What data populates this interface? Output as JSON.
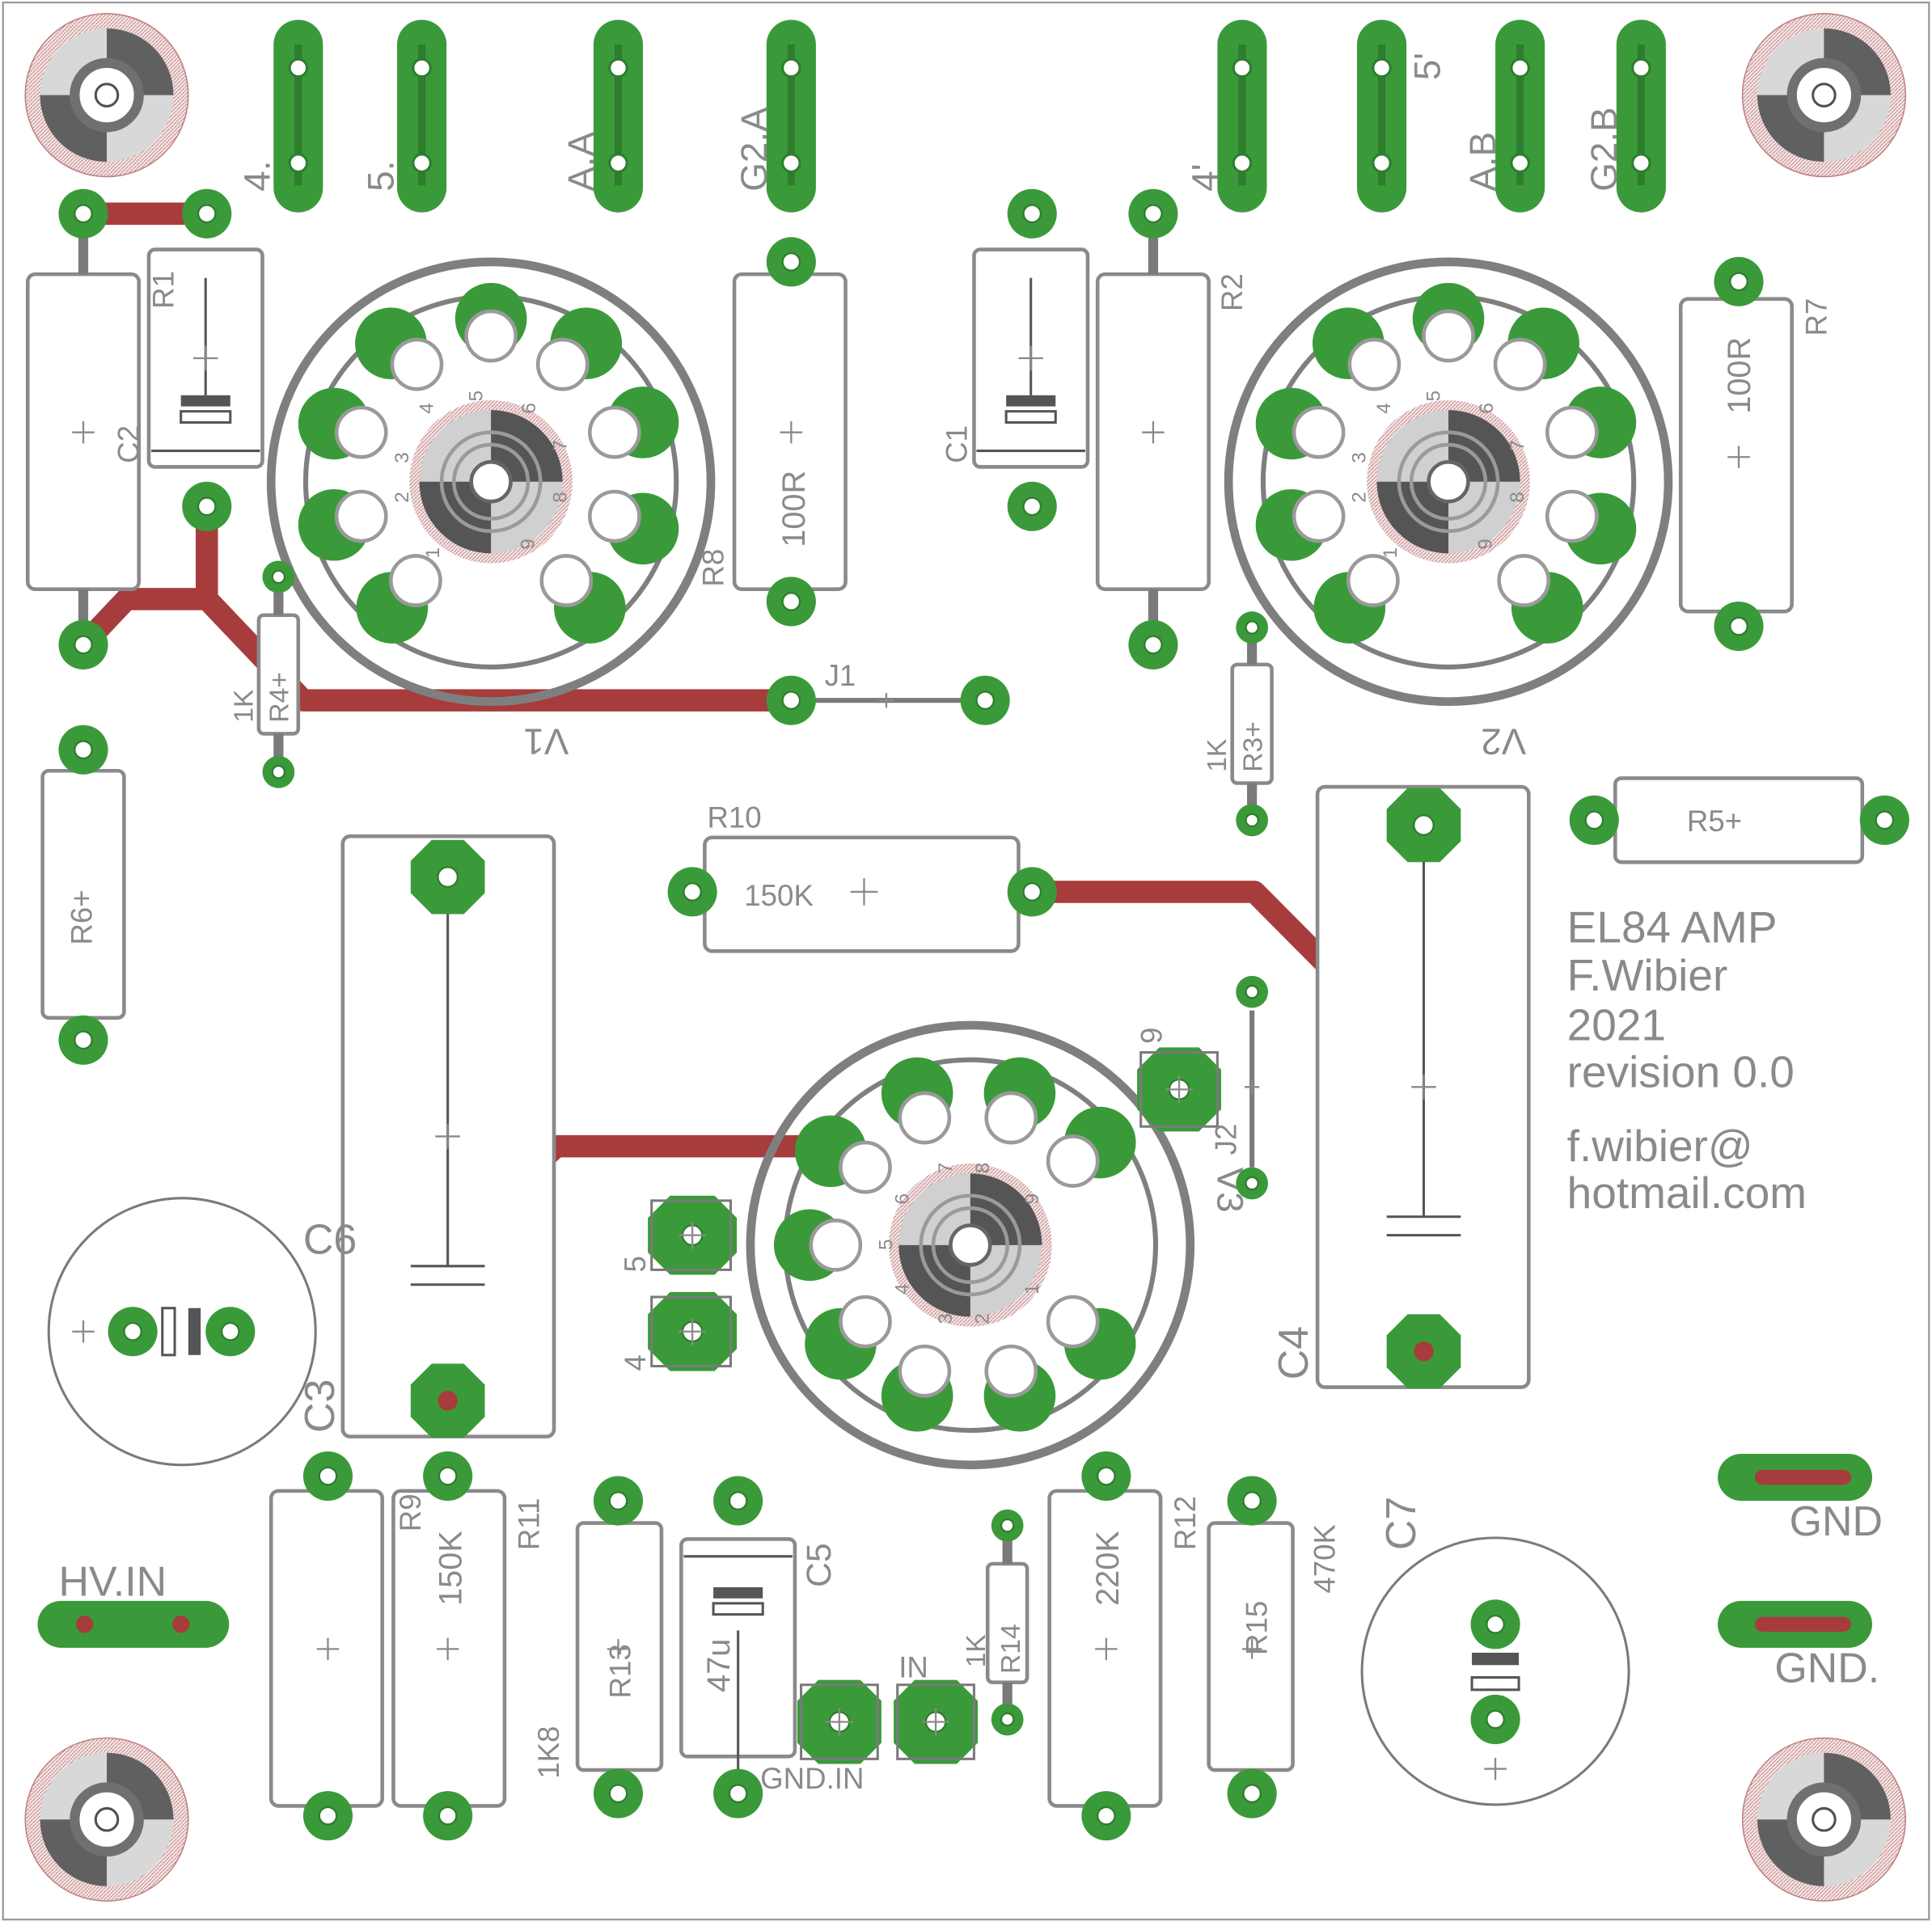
{
  "colors": {
    "background": "#ffffff",
    "pad": "#3a9a3a",
    "pad_inner": "#2e8a2e",
    "trace": "#a63c3c",
    "silkscreen": "#8a8a8a",
    "outline": "#7a7a7a",
    "mount_hatch": "#b04040"
  },
  "components": {
    "R1": "R1",
    "R2": "R2",
    "R3": "R3+",
    "R4": "R4+",
    "R5": "R5+",
    "R6": "R6+",
    "R7": "R7",
    "R8": "R8",
    "R9": "R9",
    "R10": "R10",
    "R11": "R11",
    "R12": "R12",
    "R13": "R13",
    "R14": "R14",
    "R15": "R15",
    "C1": "C1",
    "C2": "C2",
    "C3": "C3",
    "C4": "C4",
    "C5": "C5",
    "C6": "C6",
    "C7": "C7",
    "V1": "V1",
    "V2": "V2",
    "V3": "V3",
    "J1": "J1",
    "J2": "J2"
  },
  "values": {
    "R8_value": "100R",
    "R7_value": "100R",
    "R4_value": "1K",
    "R3_value": "1K",
    "R10_value": "150K",
    "R11_value": "150K",
    "R13_value": "1K8",
    "R14_value": "1K",
    "R12_value": "220K",
    "R15_value": "470K",
    "C5_value": "47u"
  },
  "connectors": {
    "top_left": [
      "4.",
      "5.",
      "A.A",
      "G2.A"
    ],
    "top_right": [
      "4'",
      "5'",
      "A.B",
      "G2.B"
    ],
    "hv_in": "HV.IN",
    "gnd": "GND",
    "gnd2": "GND.",
    "gnd_in": "GND.IN",
    "in": "IN",
    "pin5": "5",
    "pin4": "4",
    "pin9": "9"
  },
  "tube_pins": [
    "1",
    "2",
    "3",
    "4",
    "5",
    "6",
    "7",
    "8",
    "9"
  ],
  "info": {
    "line1": "EL84 AMP",
    "line2": "F.Wibier",
    "line3": "2021",
    "line4": "revision 0.0",
    "line5": "f.wibier@",
    "line6": "hotmail.com"
  }
}
